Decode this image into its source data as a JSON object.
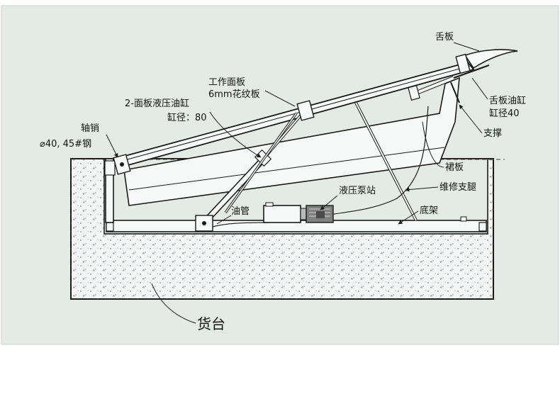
{
  "labels": {
    "tongue": "舌板",
    "tongue_cylinder_1": "舌板油缸",
    "tongue_cylinder_2": "缸径40",
    "work_panel_1": "工作面板",
    "work_panel_2": "6mm花纹板",
    "panel_cylinder_1": "2-面板液压油缸",
    "panel_cylinder_2": "缸径：80",
    "pin_1": "轴销",
    "pin_2": "⌀40, 45#钢",
    "support": "支撑",
    "skirt": "裙板",
    "maintenance_leg": "维修支腿",
    "pump_station": "液压泵站",
    "oil_pipe": "油管",
    "base_frame": "底架",
    "platform": "货台"
  },
  "colors": {
    "background": "#e4ebe6",
    "concrete": "#f3f6f4",
    "structure_fill": "#f7f9f8",
    "line": "#1a1a1a",
    "motor": "#808080"
  }
}
